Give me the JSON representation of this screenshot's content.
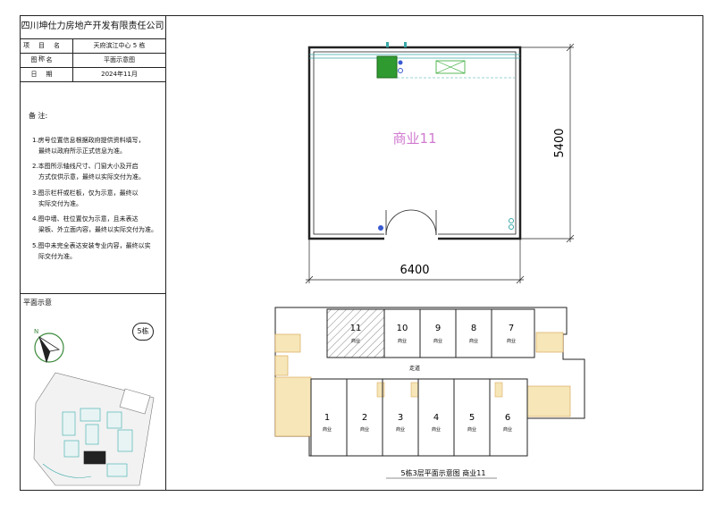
{
  "company": "四川坤仕力房地产开发有限责任公司",
  "info": [
    {
      "label": "项目名称",
      "value": "天府滨江中心 5 栋"
    },
    {
      "label": "图名",
      "value": "平面示意图"
    },
    {
      "label": "日期",
      "value": "2024年11月"
    }
  ],
  "notes_title": "备 注:",
  "notes": [
    [
      "1.房号位置信息根据政府提供资料填写，",
      "最终以政府所示正式信息为准。"
    ],
    [
      "2.本图所示轴线尺寸、门窗大小及开启",
      "方式仅供示意，最终以实际交付为准。"
    ],
    [
      "3.图示栏杆或栏板，仅为示意，最终以",
      "实际交付为准。"
    ],
    [
      "4.图中墙、柱位置仅为示意，且未表达",
      "粱板、外立面内容，最终以实际交付为准。"
    ],
    [
      "5.图中未完全表达安装专业内容，最终以实",
      "际交付为准。"
    ]
  ],
  "site_plan": {
    "title": "平面示意",
    "building_tag": "5栋"
  },
  "unit_plan": {
    "unit_label": "商业11",
    "width_dim": "6400",
    "depth_dim": "5400"
  },
  "floor_plan": {
    "caption": "5栋3层平面示意图  商业11",
    "corridor": "走道",
    "top_units": [
      {
        "num": "11",
        "use": "商业"
      },
      {
        "num": "10",
        "use": "商业"
      },
      {
        "num": "9",
        "use": "商业"
      },
      {
        "num": "8",
        "use": "商业"
      },
      {
        "num": "7",
        "use": "商业"
      }
    ],
    "bottom_units": [
      {
        "num": "1",
        "use": "商业"
      },
      {
        "num": "2",
        "use": "商业"
      },
      {
        "num": "3",
        "use": "商业"
      },
      {
        "num": "4",
        "use": "商业"
      },
      {
        "num": "5",
        "use": "商业"
      },
      {
        "num": "6",
        "use": "商业"
      }
    ]
  },
  "colors": {
    "highlight_text": "#d07ad0",
    "stair_fill": "#f6e6b8",
    "stair_stroke": "#d4a04a",
    "green": "#2fa82f",
    "teal": "#3aa8a8"
  }
}
